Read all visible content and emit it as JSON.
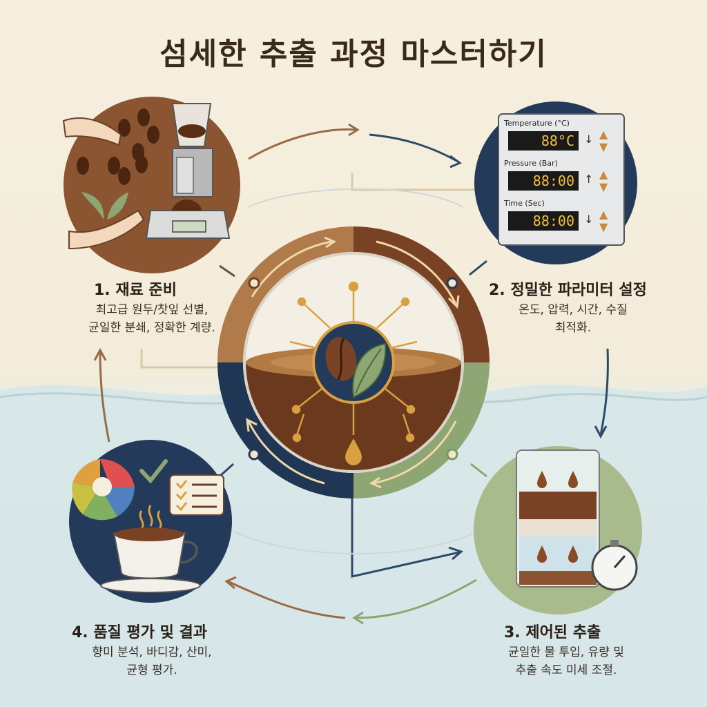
{
  "title": "섬세한 추출 과정 마스터하기",
  "colors": {
    "brown": "#7a4a28",
    "navy": "#233a5a",
    "sage": "#9aae7c",
    "gold": "#d8a040",
    "cream": "#f5efe0",
    "water": "#c9dde2"
  },
  "steps": [
    {
      "title": "1. 재료 준비",
      "desc_lines": [
        "최고급 원두/찻잎 선별,",
        "균일한 분쇄, 정확한 계량."
      ],
      "icons": [
        "hand-icon",
        "coffee-bean-icon",
        "leaf-icon",
        "coffee-grinder-icon",
        "scale-icon"
      ]
    },
    {
      "title": "2. 정밀한 파라미터 설정",
      "desc_lines": [
        "온도, 압력, 시간, 수질",
        "최적화."
      ],
      "panel": {
        "rows": [
          {
            "label": "Temperature (°C)",
            "value": "88°C",
            "trend": "down"
          },
          {
            "label": "Pressure (Bar)",
            "value": "88:00",
            "trend": "up"
          },
          {
            "label": "Time (Sec)",
            "value": "88:00",
            "trend": "down"
          }
        ]
      }
    },
    {
      "title": "3. 제어된 추출",
      "desc_lines": [
        "균일한 물 투입, 유량 및",
        "추출 속도 미세 조절."
      ],
      "icons": [
        "glass-vessel-icon",
        "water-drop-icon",
        "filter-icon",
        "stopwatch-icon"
      ]
    },
    {
      "title": "4. 품질 평가 및 결과",
      "desc_lines": [
        "향미 분석, 바디감, 산미,",
        "균형 평가."
      ],
      "icons": [
        "flavor-wheel-icon",
        "checkmark-icon",
        "checklist-icon",
        "coffee-cup-icon",
        "steam-icon"
      ]
    }
  ],
  "center": {
    "icons": [
      "coffee-bean-icon",
      "leaf-icon",
      "water-drop-icon"
    ]
  }
}
